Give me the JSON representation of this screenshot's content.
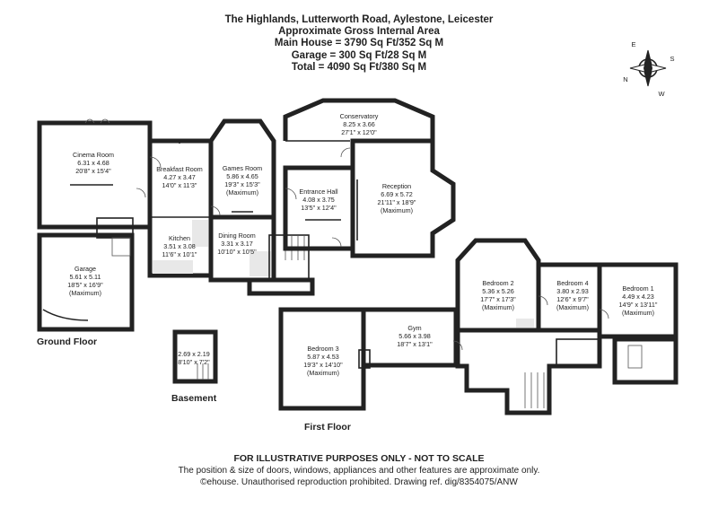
{
  "header": {
    "line1": "The Highlands, Lutterworth Road, Aylestone, Leicester",
    "line2": "Approximate Gross Internal Area",
    "line3": "Main House = 3790 Sq Ft/352 Sq M",
    "line4": "Garage = 300 Sq Ft/28 Sq M",
    "line5": "Total = 4090 Sq Ft/380 Sq M"
  },
  "compass": {
    "e": "E",
    "s": "S",
    "n": "N",
    "w": "W"
  },
  "floors": {
    "ground": "Ground Floor",
    "basement": "Basement",
    "first": "First Floor"
  },
  "rooms": {
    "cinema": {
      "name": "Cinema Room",
      "metric": "6.31 x 4.68",
      "imperial": "20'8\" x 15'4\""
    },
    "breakfast": {
      "name": "Breakfast Room",
      "metric": "4.27 x 3.47",
      "imperial": "14'0\" x 11'3\""
    },
    "games": {
      "name": "Games Room",
      "metric": "5.86 x 4.65",
      "imperial": "19'3\" x 15'3\"",
      "note": "(Maximum)"
    },
    "conservatory": {
      "name": "Conservatory",
      "metric": "8.25 x 3.66",
      "imperial": "27'1\" x 12'0\""
    },
    "entrance": {
      "name": "Entrance Hall",
      "metric": "4.08 x 3.75",
      "imperial": "13'5\" x 12'4\""
    },
    "reception": {
      "name": "Reception",
      "metric": "6.69 x 5.72",
      "imperial": "21'11\" x 18'9\"",
      "note": "(Maximum)"
    },
    "kitchen": {
      "name": "Kitchen",
      "metric": "3.51 x 3.08",
      "imperial": "11'6\" x 10'1\""
    },
    "dining": {
      "name": "Dining Room",
      "metric": "3.31 x 3.17",
      "imperial": "10'10\" x 10'5\""
    },
    "garage": {
      "name": "Garage",
      "metric": "5.61 x 5.11",
      "imperial": "18'5\" x 16'9\"",
      "note": "(Maximum)"
    },
    "basement_room": {
      "metric": "2.69 x 2.19",
      "imperial": "8'10\" x 7'2\""
    },
    "bedroom2": {
      "name": "Bedroom 2",
      "metric": "5.36 x 5.26",
      "imperial": "17'7\" x 17'3\"",
      "note": "(Maximum)"
    },
    "bedroom4": {
      "name": "Bedroom 4",
      "metric": "3.80 x 2.93",
      "imperial": "12'6\" x 9'7\"",
      "note": "(Maximum)"
    },
    "bedroom1": {
      "name": "Bedroom 1",
      "metric": "4.49 x 4.23",
      "imperial": "14'9\" x 13'11\"",
      "note": "(Maximum)"
    },
    "gym": {
      "name": "Gym",
      "metric": "5.66 x 3.98",
      "imperial": "18'7\" x 13'1\""
    },
    "bedroom3": {
      "name": "Bedroom 3",
      "metric": "5.87 x 4.53",
      "imperial": "19'3\" x 14'10\"",
      "note": "(Maximum)"
    }
  },
  "footer": {
    "line1": "FOR ILLUSTRATIVE PURPOSES ONLY - NOT TO SCALE",
    "line2": "The position & size of doors, windows, appliances and other features are approximate only.",
    "line3": "©ehouse. Unauthorised reproduction prohibited. Drawing ref. dig/8354075/ANW"
  }
}
